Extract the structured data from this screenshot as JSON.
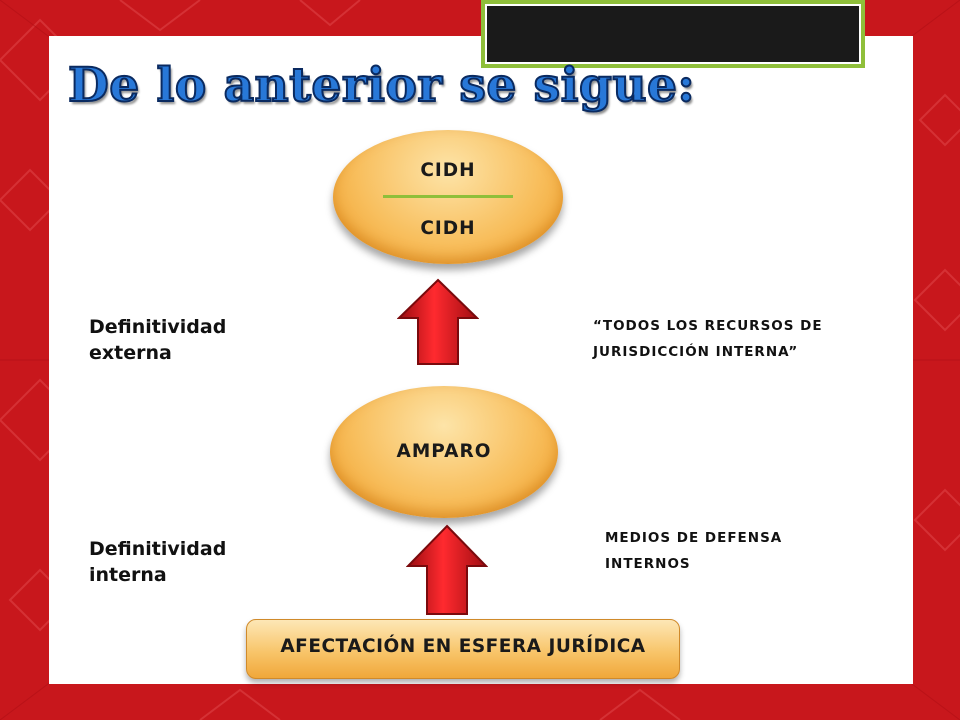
{
  "title": "De lo anterior se sigue:",
  "colors": {
    "background_red": "#c8171c",
    "title_blue": "#2878d8",
    "accent_green": "#8fbf3a",
    "arrow_red": "#e0151b",
    "ellipse_orange": "#f8bf5e"
  },
  "diagram": {
    "top_node": {
      "label_upper": "CIDH",
      "label_lower": "CIDH"
    },
    "middle_node": {
      "label": "AMPARO"
    },
    "base_node": {
      "label": "AFECTACIÓN EN ESFERA JURÍDICA"
    },
    "left_labels": {
      "upper": {
        "line1": "Definitividad",
        "line2": "externa"
      },
      "lower": {
        "line1": "Definitividad",
        "line2": "interna"
      }
    },
    "right_notes": {
      "upper": {
        "line1": "“TODOS LOS RECURSOS DE",
        "line2": "JURISDICCIÓN INTERNA”"
      },
      "lower": {
        "line1": "MEDIOS DE DEFENSA",
        "line2": "INTERNOS"
      }
    },
    "arrows": [
      "up-arrow-icon",
      "up-arrow-icon"
    ]
  }
}
